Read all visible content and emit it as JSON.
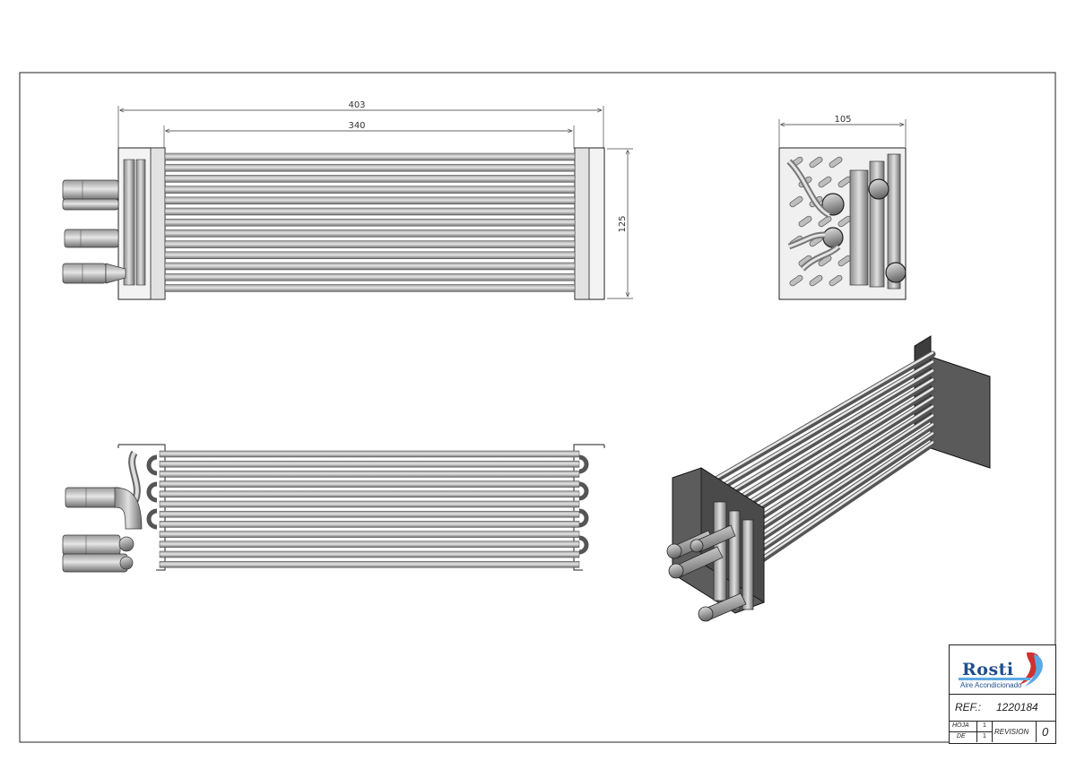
{
  "dimensions": {
    "overall_length": "403",
    "core_length": "340",
    "height": "125",
    "depth": "105"
  },
  "title_block": {
    "logo_text": "Rosti",
    "company_subtitle": "Aire Acondicionado",
    "ref_label": "REF.:",
    "ref_value": "1220184",
    "hoja_label": "HOJA",
    "hoja_value": "1",
    "de_label": "DE",
    "de_value": "1",
    "revision_label": "REVISION",
    "revision_value": "0"
  },
  "colors": {
    "line": "#222222",
    "tube_light": "#d8d8d8",
    "tube_dark": "#7a7a7a",
    "logo_blue": "#1f4e8c",
    "logo_red": "#d32f2f",
    "logo_lightblue": "#5aa9e6"
  }
}
